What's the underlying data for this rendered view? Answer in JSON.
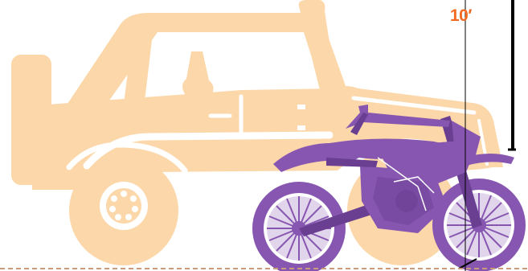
{
  "measurement": {
    "label": "10′"
  },
  "illustration": {
    "subjects": [
      "jeep",
      "dirt-bike"
    ]
  },
  "colors": {
    "jeep": "#fcd7a9",
    "jeep_detail": "#ffffff",
    "bike": "#8756b0",
    "bike_dark": "#6a3f92",
    "accent": "#f26a21",
    "measure_line": "#000000",
    "ground": "#c99b7a"
  }
}
